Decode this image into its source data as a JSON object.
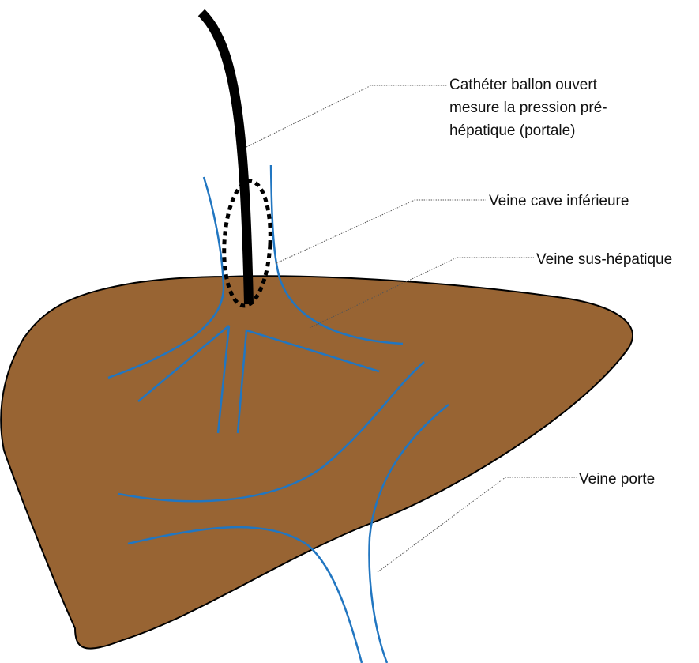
{
  "labels": {
    "catheter": [
      "Cathéter ballon ouvert",
      "mesure la pression pré-",
      "hépatique (portale)"
    ],
    "vena_cava": "Veine cave inférieure",
    "hepatic_vein": "Veine sus-hépatique",
    "portal_vein": "Veine porte"
  },
  "colors": {
    "liver": "#986433",
    "liver_outline": "#000000",
    "vessel": "#2176c1",
    "catheter": "#000000",
    "leader": "#555555"
  }
}
